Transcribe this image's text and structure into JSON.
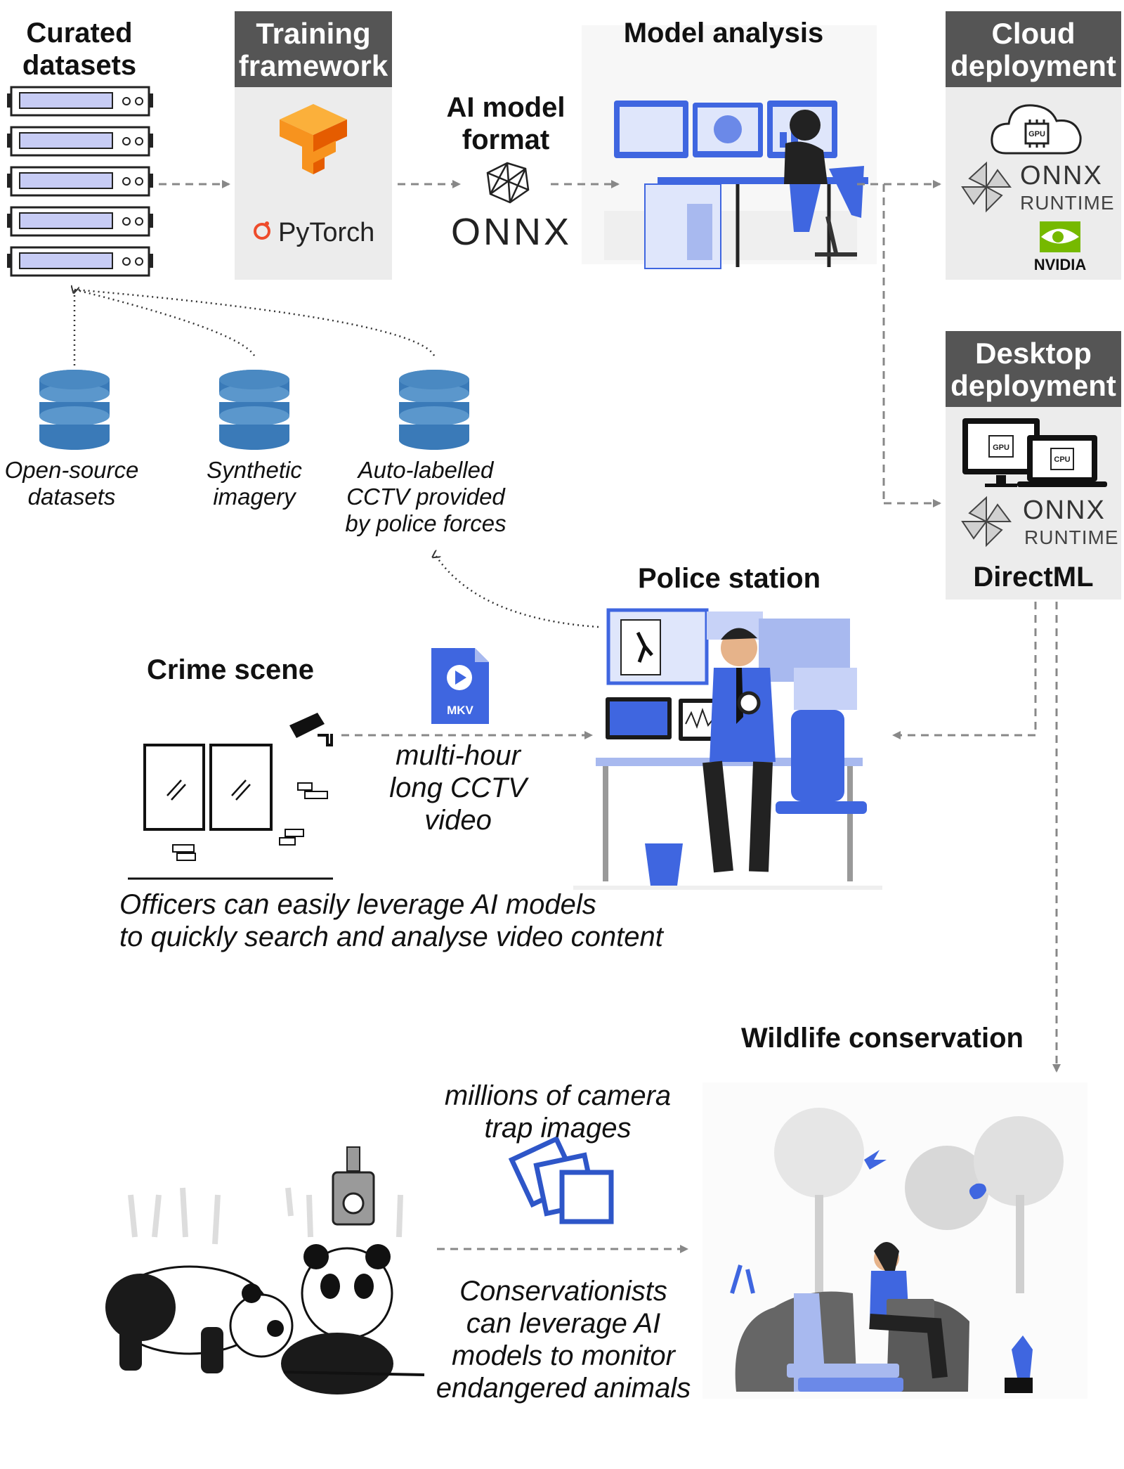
{
  "curated": {
    "title_line1": "Curated",
    "title_line2": "datasets"
  },
  "training": {
    "title_line1": "Training",
    "title_line2": "framework",
    "pytorch": "PyTorch"
  },
  "model_format": {
    "title_line1": "AI model",
    "title_line2": "format",
    "onnx": "ONNX"
  },
  "model_analysis": {
    "title": "Model analysis"
  },
  "cloud": {
    "title_line1": "Cloud",
    "title_line2": "deployment",
    "gpu": "GPU",
    "onnx_line1": "ONNX",
    "onnx_line2": "RUNTIME",
    "nvidia": "NVIDIA"
  },
  "desktop": {
    "title_line1": "Desktop",
    "title_line2": "deployment",
    "gpu": "GPU",
    "cpu": "CPU",
    "onnx_line1": "ONNX",
    "onnx_line2": "RUNTIME",
    "directml": "DirectML"
  },
  "sources": [
    {
      "line1": "Open-source",
      "line2": "datasets"
    },
    {
      "line1": "Synthetic",
      "line2": "imagery"
    },
    {
      "line1": "Auto-labelled",
      "line2": "CCTV provided",
      "line3": "by police forces"
    }
  ],
  "police": {
    "title": "Police station"
  },
  "crime": {
    "title": "Crime scene",
    "file_badge": "MKV",
    "video_line1": "multi-hour",
    "video_line2": "long CCTV",
    "video_line3": "video",
    "note_line1": "Officers can easily leverage AI models",
    "note_line2": "to quickly search and analyse video content"
  },
  "wildlife": {
    "title": "Wildlife conservation",
    "images_line1": "millions of camera",
    "images_line2": "trap images",
    "note_line1": "Conservationists",
    "note_line2": "can leverage AI",
    "note_line3": "models to monitor",
    "note_line4": "endangered animals"
  },
  "colors": {
    "accent_blue": "#3f66e0",
    "db_blue": "#3a7ab8",
    "header_gray": "#555555",
    "panel_gray": "#ececec",
    "tf_orange": "#f7931e",
    "pytorch_red": "#ee4c2c",
    "nvidia_green": "#76b900"
  }
}
